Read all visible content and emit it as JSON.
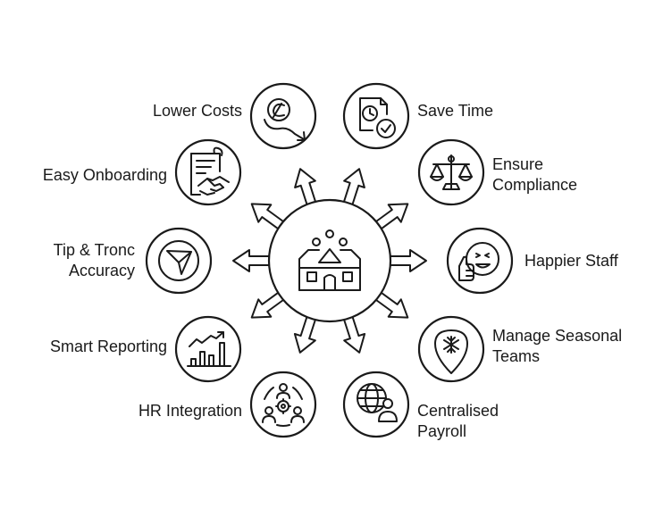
{
  "hub": {
    "icon": "building-people-icon"
  },
  "items": [
    {
      "id": "lower-costs",
      "lines": [
        "Lower Costs"
      ],
      "icon": "money-down-icon"
    },
    {
      "id": "save-time",
      "lines": [
        "Save Time"
      ],
      "icon": "clock-document-icon"
    },
    {
      "id": "ensure-compliance",
      "lines": [
        "Ensure",
        "Compliance"
      ],
      "icon": "scales-icon"
    },
    {
      "id": "happier-staff",
      "lines": [
        "Happier Staff"
      ],
      "icon": "smiley-thumbs-up-icon"
    },
    {
      "id": "manage-seasonal-teams",
      "lines": [
        "Manage Seasonal",
        "Teams"
      ],
      "icon": "snowflake-pin-icon"
    },
    {
      "id": "centralised-payroll",
      "lines": [
        "Centralised",
        "Payroll"
      ],
      "icon": "globe-person-icon"
    },
    {
      "id": "hr-integration",
      "lines": [
        "HR Integration"
      ],
      "icon": "team-gear-icon"
    },
    {
      "id": "smart-reporting",
      "lines": [
        "Smart Reporting"
      ],
      "icon": "bar-chart-icon"
    },
    {
      "id": "tip-tronc-accuracy",
      "lines": [
        "Tip & Tronc",
        "Accuracy"
      ],
      "icon": "target-arrow-icon"
    },
    {
      "id": "easy-onboarding",
      "lines": [
        "Easy Onboarding"
      ],
      "icon": "handshake-document-icon"
    }
  ]
}
